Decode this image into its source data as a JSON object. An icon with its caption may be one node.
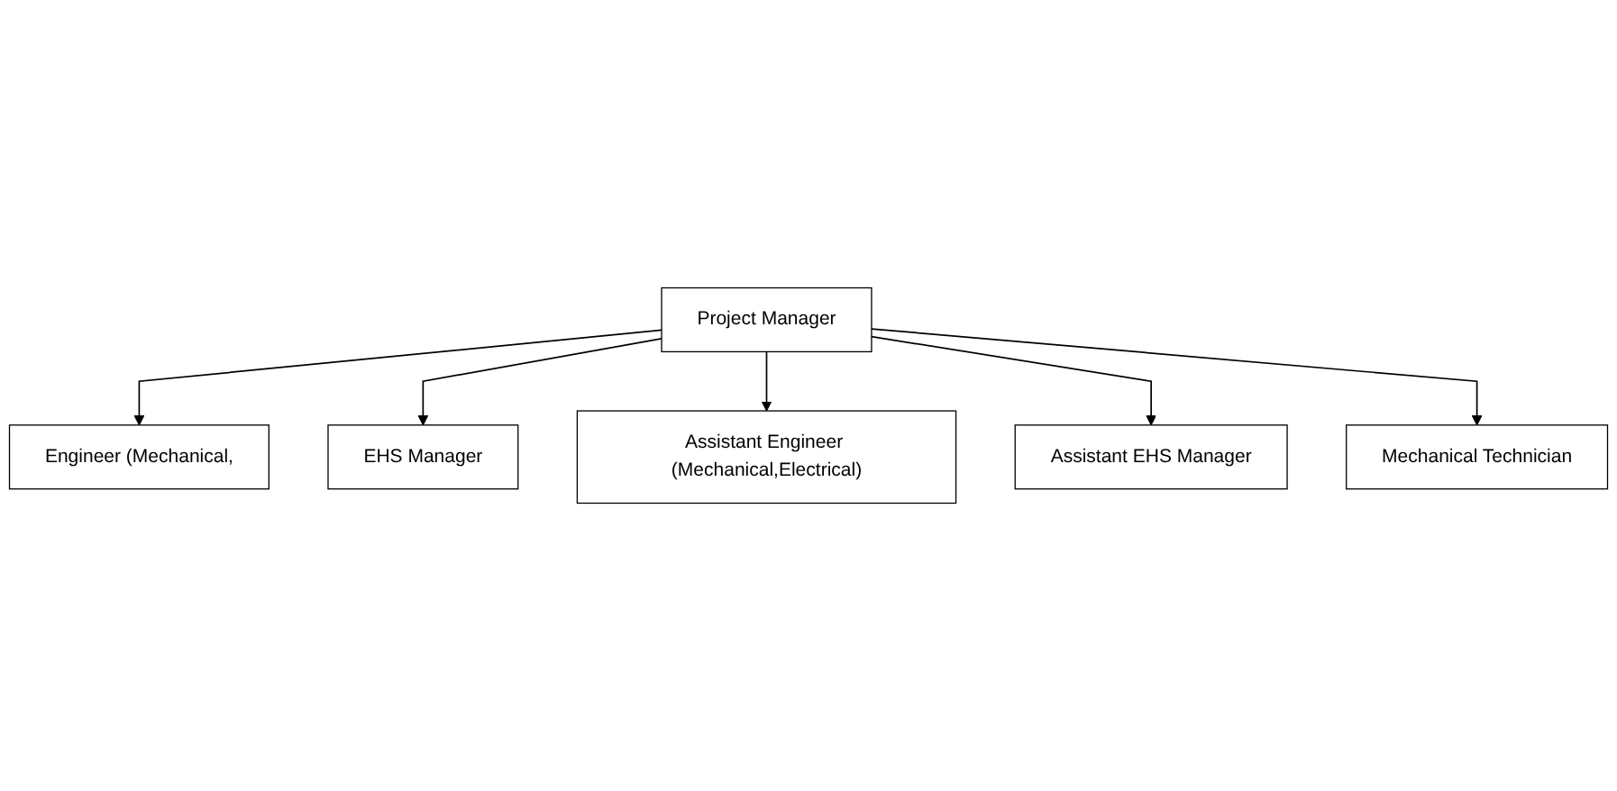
{
  "diagram": {
    "nodes": [
      {
        "text": [
          "Project Manager"
        ]
      },
      {
        "text": [
          "Engineer (Mechanical,"
        ]
      },
      {
        "text": [
          "EHS Manager"
        ]
      },
      {
        "text": [
          "Assistant Engineer (Mechanical,Electrical)"
        ]
      },
      {
        "text": [
          "Assistant EHS Manager"
        ]
      },
      {
        "text": [
          "Mechanical Technician"
        ]
      }
    ],
    "edges": [
      {
        "from": 0,
        "to": 1,
        "arrow": "to"
      },
      {
        "from": 0,
        "to": 2,
        "arrow": "to"
      },
      {
        "from": 0,
        "to": 3,
        "arrow": "to"
      },
      {
        "from": 0,
        "to": 4,
        "arrow": "to"
      },
      {
        "from": 0,
        "to": 5,
        "arrow": "to"
      }
    ]
  }
}
